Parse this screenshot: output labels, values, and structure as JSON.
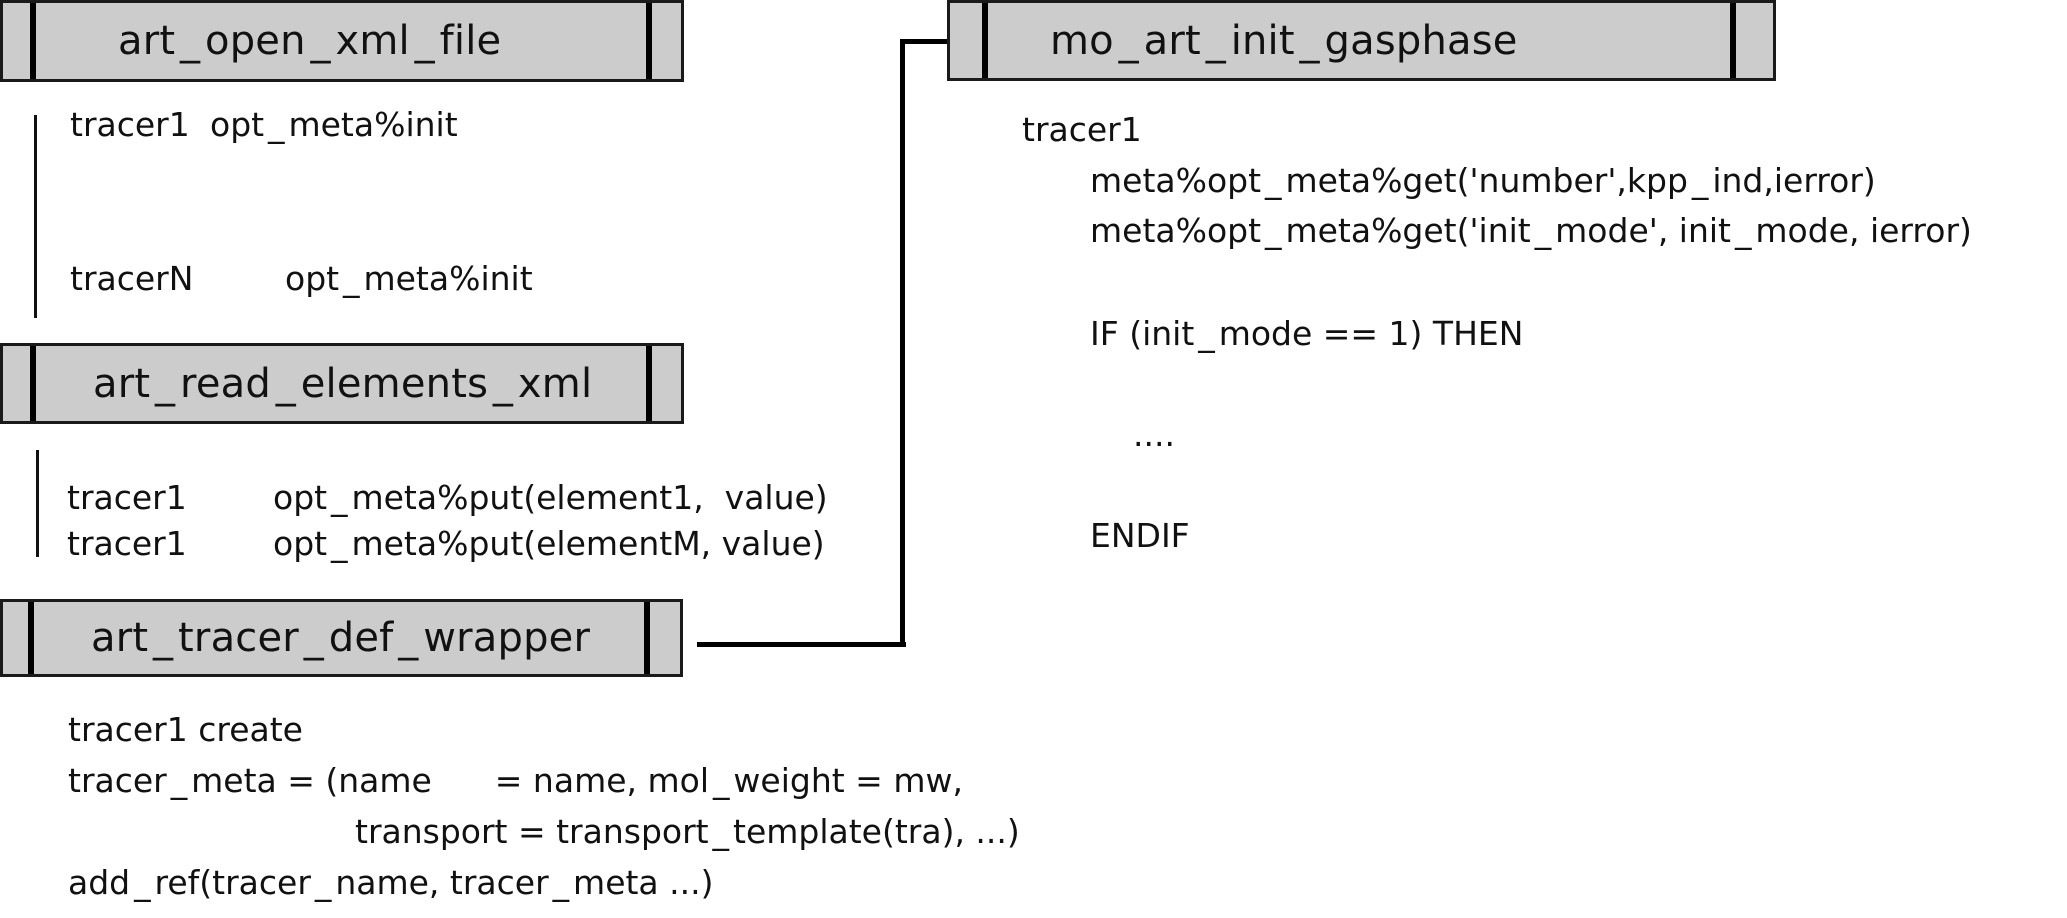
{
  "boxes": {
    "open_xml": {
      "title": "art_open_xml_file"
    },
    "read_elements": {
      "title": "art_read_elements_xml"
    },
    "tracer_def": {
      "title": "art_tracer_def_wrapper"
    },
    "init_gasphase": {
      "title": "mo_art_init_gasphase"
    }
  },
  "open_xml_block": {
    "rows": [
      {
        "tracer": "tracer1",
        "call": "opt_meta%init"
      },
      {
        "tracer": "tracerN",
        "call": "opt_meta%init"
      }
    ]
  },
  "read_elements_block": {
    "rows": [
      {
        "tracer": "tracer1",
        "call": "opt_meta%put(element1,  value)"
      },
      {
        "tracer": "tracer1",
        "call": "opt_meta%put(elementM, value)"
      }
    ]
  },
  "tracer_def_block": {
    "lines": [
      "tracer1 create",
      "tracer_meta = (name      = name, mol_weight = mw,",
      "transport = transport_template(tra), ...)",
      "add_ref(tracer_name, tracer_meta ...)"
    ]
  },
  "init_gasphase_block": {
    "tracer": "tracer1",
    "lines": [
      "meta%opt_meta%get('number',kpp_ind,ierror)",
      "meta%opt_meta%get('init_mode', init_mode, ierror)",
      "IF (init_mode == 1) THEN",
      "....",
      "ENDIF"
    ]
  }
}
